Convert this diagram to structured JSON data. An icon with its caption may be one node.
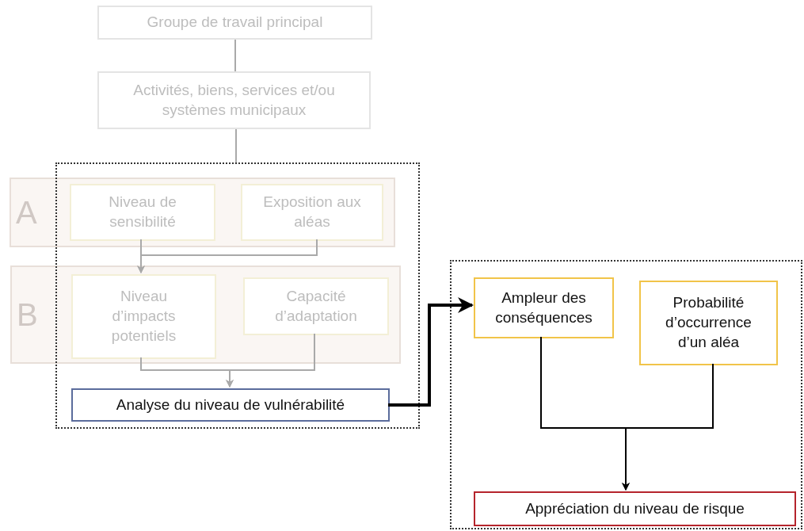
{
  "diagram": {
    "nodes": [
      {
        "text": [
          "Groupe de travail principal"
        ]
      },
      {
        "text": [
          "Activités, biens, services et/ou systèmes municipaux"
        ]
      },
      {
        "text": [],
        "shape": "box"
      },
      {
        "text": [
          "A"
        ]
      },
      {
        "text": [
          "Niveau de sensibilité"
        ],
        "in": 3
      },
      {
        "text": [
          "Exposition aux aléas"
        ],
        "in": 3
      },
      {
        "text": [
          "B"
        ]
      },
      {
        "text": [
          "Niveau d’impacts potentiels"
        ],
        "in": 6
      },
      {
        "text": [
          "Capacité d’adaptation"
        ],
        "in": 6
      },
      {
        "text": [
          "Analyse du niveau de vulnérabilité"
        ],
        "in": 2
      },
      {
        "text": [],
        "shape": "box"
      },
      {
        "text": [
          "Ampleur des conséquences"
        ],
        "in": 10
      },
      {
        "text": [
          "Probabilité d’occurrence d’un aléa"
        ],
        "in": 10
      },
      {
        "text": [
          "Appréciation du niveau de risque"
        ],
        "in": 10
      }
    ],
    "edges": [
      {
        "from": 0,
        "to": 1,
        "arrow": "none"
      },
      {
        "from": 1,
        "to": 2,
        "arrow": "none"
      },
      {
        "from": 4,
        "to": 7,
        "arrow": "to"
      },
      {
        "from": 5,
        "to": 7,
        "arrow": "to"
      },
      {
        "from": 7,
        "to": 9,
        "arrow": "to"
      },
      {
        "from": 8,
        "to": 9,
        "arrow": "to"
      },
      {
        "from": 9,
        "to": 11,
        "arrow": "to",
        "style": "thick",
        "color": "#000000"
      },
      {
        "from": 11,
        "to": 13,
        "arrow": "to",
        "color": "#000000"
      },
      {
        "from": 12,
        "to": 13,
        "arrow": "to",
        "color": "#000000"
      }
    ]
  }
}
